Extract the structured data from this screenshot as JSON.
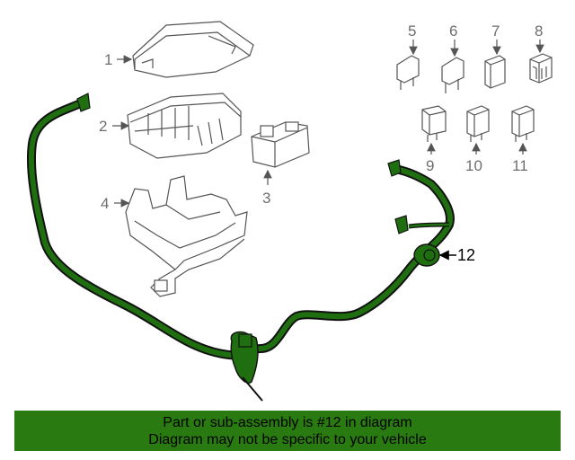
{
  "callouts": {
    "c1": "1",
    "c2": "2",
    "c3": "3",
    "c4": "4",
    "c5": "5",
    "c6": "6",
    "c7": "7",
    "c8": "8",
    "c9": "9",
    "c10": "10",
    "c11": "11",
    "c12": "12"
  },
  "highlighted_part": "12",
  "banner": {
    "line1": "Part or sub-assembly is #12 in diagram",
    "line2": "Diagram may not be specific to your vehicle"
  },
  "colors": {
    "harness": "#1f6e10",
    "banner": "#2a7a12",
    "line_art": "#555555"
  }
}
